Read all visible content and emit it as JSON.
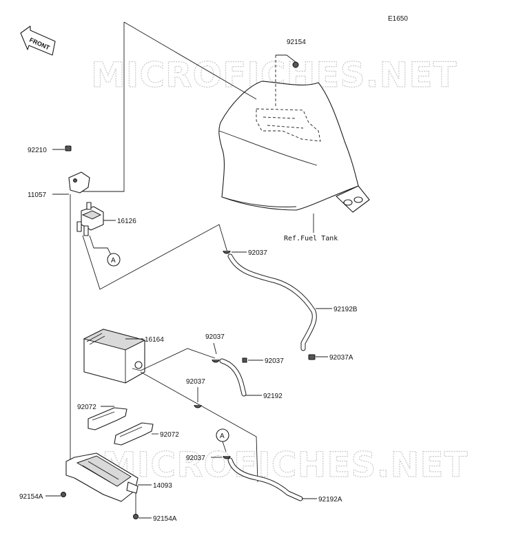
{
  "diagram_code": "E1650",
  "front_arrow_text": "FRONT",
  "ref_label": "Ref.Fuel Tank",
  "watermark_text": "MICROFICHES.NET",
  "ref_marker": "A",
  "parts": {
    "p92154_top": "92154",
    "p92210": "92210",
    "p11057": "11057",
    "p16126": "16126",
    "p92037_a": "92037",
    "p92192B": "92192B",
    "p92037A": "92037A",
    "p16164": "16164",
    "p92037_b": "92037",
    "p92037_c": "92037",
    "p92192": "92192",
    "p92037_d": "92037",
    "p92072_a": "92072",
    "p92072_b": "92072",
    "p92037_e": "92037",
    "p92192A": "92192A",
    "p14093": "14093",
    "p92154A_a": "92154A",
    "p92154A_b": "92154A"
  }
}
